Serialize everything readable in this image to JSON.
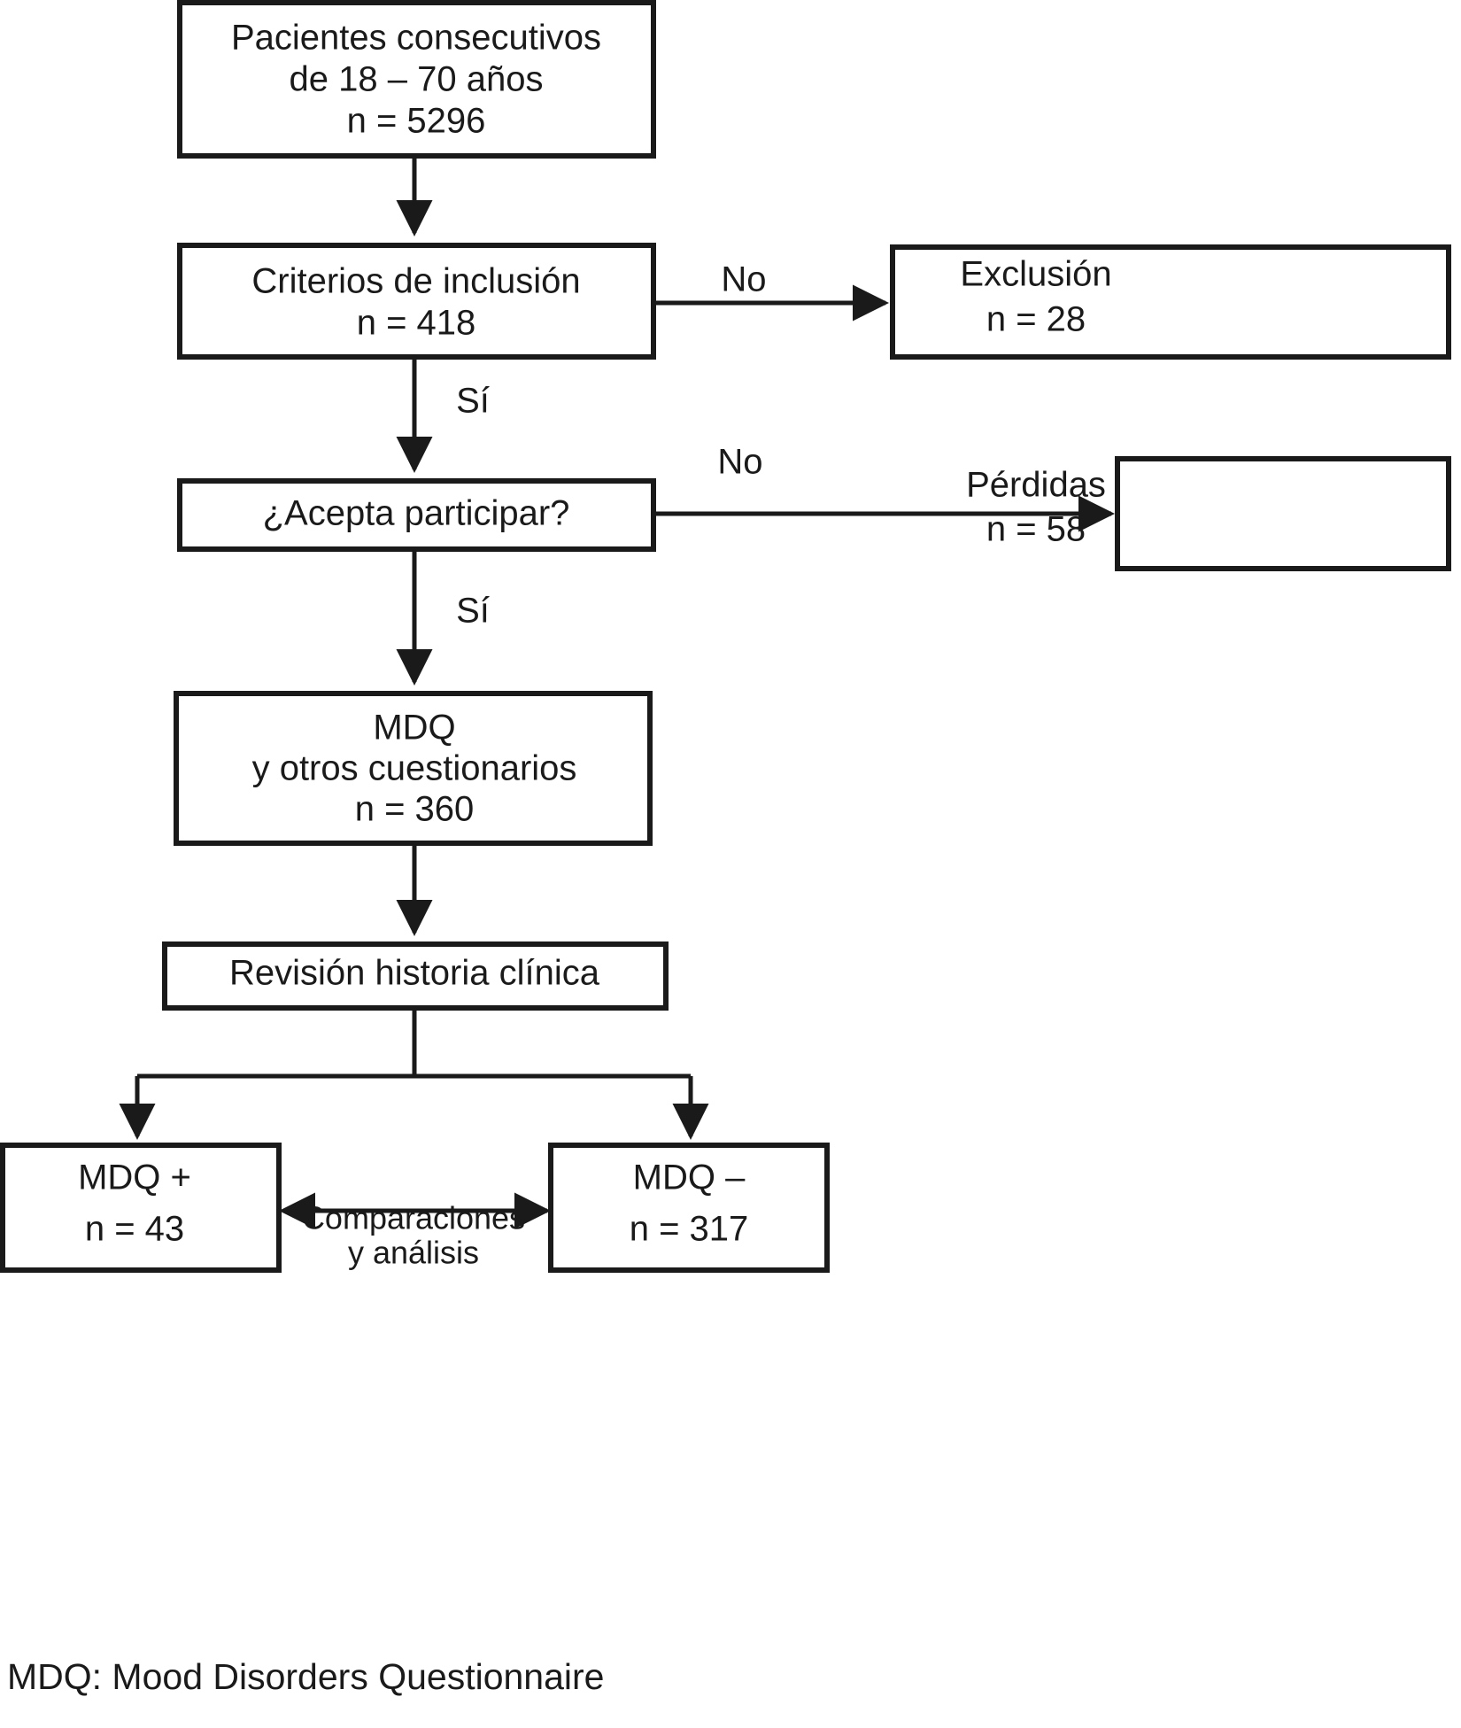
{
  "figure": {
    "type": "flowchart",
    "language": "es",
    "background_color": "#ffffff",
    "line_color": "#1a1a1a",
    "text_color": "#1a1a1a"
  },
  "nodes": {
    "pacientes": {
      "line1": "Pacientes consecutivos",
      "line2": "de 18 – 70 años",
      "line3": "n = 5296"
    },
    "criterios": {
      "line1": "Criterios de inclusión",
      "line2": "n = 418"
    },
    "exclusion": {
      "line1": "Exclusión",
      "line2": "n = 28"
    },
    "acepta": {
      "line1": "¿Acepta participar?"
    },
    "perdidas": {
      "line1": "Pérdidas",
      "line2": "n = 58"
    },
    "mdq_cuestionarios": {
      "line1": "MDQ",
      "line2": "y otros cuestionarios",
      "line3": "n = 360"
    },
    "revision": {
      "line1": "Revisión historia clínica"
    },
    "mdq_positivo": {
      "line1": "MDQ +",
      "line2": "n = 43"
    },
    "mdq_negativo": {
      "line1": "MDQ  –",
      "line2": "n = 317"
    }
  },
  "edge_labels": {
    "criterios_no": "No",
    "criterios_si": "Sí",
    "acepta_no": "No",
    "acepta_si": "Sí",
    "comparaciones_line1": "Comparaciones",
    "comparaciones_line2": "y análisis"
  },
  "footnote": {
    "text": "MDQ: Mood Disorders Questionnaire"
  }
}
